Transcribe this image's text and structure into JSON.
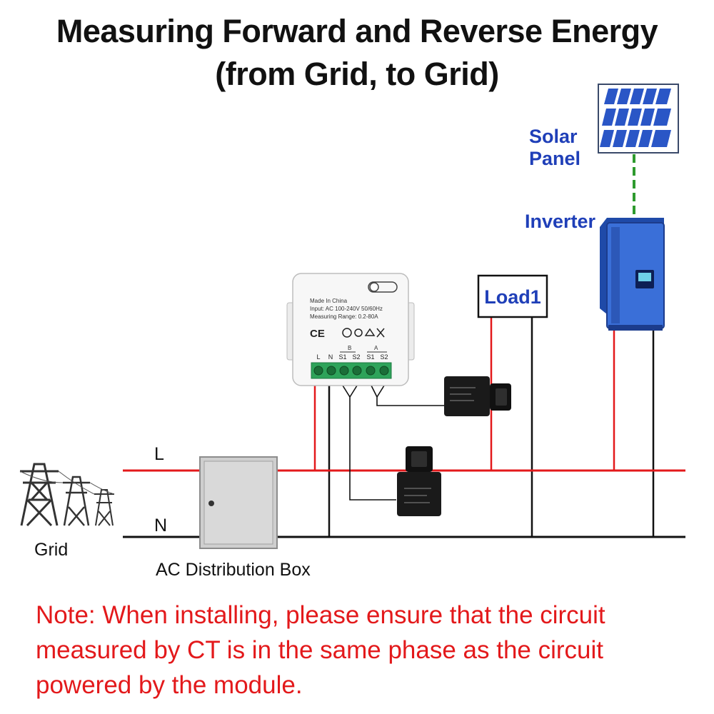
{
  "title": {
    "line1": "Measuring  Forward and Reverse Energy",
    "line2": "(from Grid, to Grid)"
  },
  "labels": {
    "solar_panel_1": "Solar",
    "solar_panel_2": "Panel",
    "inverter": "Inverter",
    "load": "Load1",
    "line_L": "L",
    "line_N": "N",
    "grid": "Grid",
    "distribution_box": "AC Distribution Box"
  },
  "module": {
    "made_in": "Made In China",
    "input": "Input: AC 100-240V 50/60Hz",
    "range": "Measuring Range: 0.2-80A",
    "marks": "CE",
    "group_b": "B",
    "group_a": "A",
    "terminals": [
      "L",
      "N",
      "S1",
      "S2",
      "S1",
      "S2"
    ]
  },
  "note": {
    "line1": "Note: When installing, please ensure that the circuit",
    "line2": "measured by CT is in the same phase as the circuit",
    "line3": "powered by the module."
  },
  "colors": {
    "live": "#e3191b",
    "neutral": "#111111",
    "label_blue": "#1f3fb8",
    "inverter_blue": "#3a6fd8",
    "solar_link": "#2e9a2e"
  },
  "icons": [
    "solar-panel-icon",
    "inverter-icon",
    "pylon-icon",
    "ct-clamp-icon",
    "energy-meter-module-icon",
    "distribution-box-icon"
  ]
}
